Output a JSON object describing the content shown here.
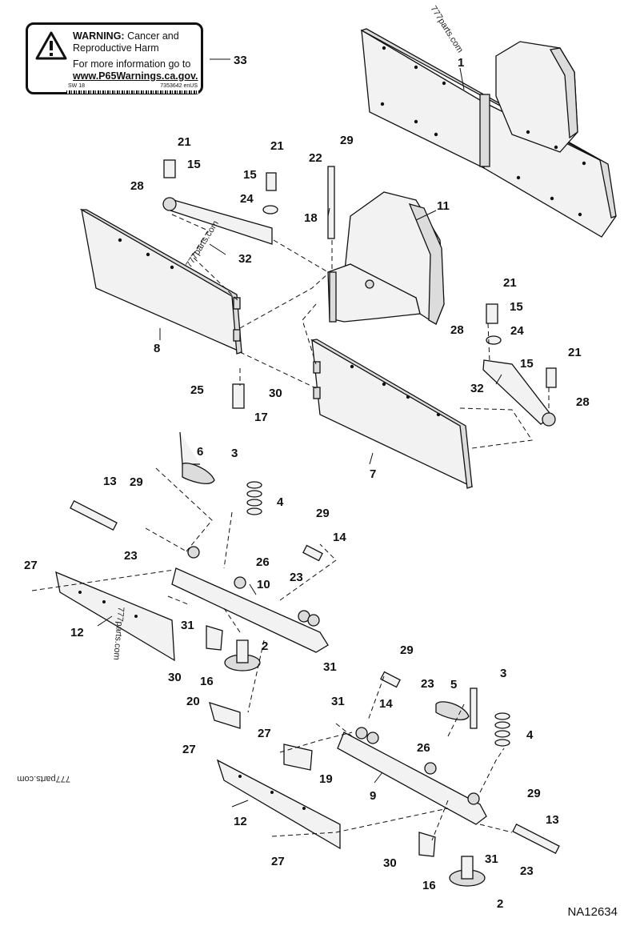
{
  "warning": {
    "heading": "WARNING:",
    "heading_rest": "Cancer and Reproductive Harm",
    "info": "For more information go to",
    "url": "www.P65Warnings.ca.gov.",
    "code_left": "SW 18",
    "code_right": "7353642 enUS"
  },
  "figure_id": "NA12634",
  "watermarks": [
    "777parts.com",
    "777parts.com",
    "777parts.com",
    "777parts.com"
  ],
  "callouts": [
    "33",
    "1",
    "21",
    "15",
    "28",
    "21",
    "15",
    "24",
    "22",
    "29",
    "18",
    "11",
    "32",
    "8",
    "25",
    "30",
    "17",
    "21",
    "15",
    "28",
    "24",
    "15",
    "21",
    "28",
    "32",
    "7",
    "6",
    "3",
    "4",
    "13",
    "29",
    "29",
    "14",
    "23",
    "26",
    "10",
    "23",
    "27",
    "12",
    "31",
    "2",
    "30",
    "31",
    "16",
    "20",
    "27",
    "27",
    "29",
    "3",
    "23",
    "5",
    "14",
    "31",
    "4",
    "26",
    "19",
    "9",
    "12",
    "27",
    "29",
    "13",
    "31",
    "23",
    "30",
    "16",
    "2"
  ]
}
